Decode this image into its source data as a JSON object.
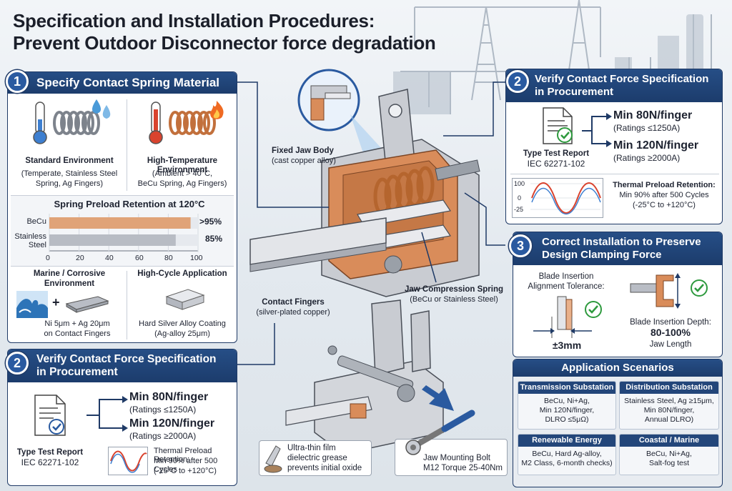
{
  "title": {
    "line1": "Specification and Installation Procedures:",
    "line2": "Prevent Outdoor Disconnector force degradation"
  },
  "panel1": {
    "number": "1",
    "heading": "Specify Contact Spring Material",
    "standard_env": {
      "title": "Standard Environment",
      "desc1": "(Temperate, Stainless Steel",
      "desc2": "Spring, Ag Fingers)"
    },
    "high_temp_env": {
      "title": "High-Temperature Environment",
      "desc1": "(Ambient > 40°C,",
      "desc2": "BeCu Spring, Ag Fingers)"
    },
    "marine": {
      "title1": "Marine / Corrosive",
      "title2": "Environment",
      "desc1": "Ni 5μm + Ag 20μm",
      "desc2": "on Contact Fingers"
    },
    "high_cycle": {
      "title": "High-Cycle Application",
      "desc1": "Hard Silver Alloy Coating",
      "desc2": "(Ag-alloy 25μm)"
    },
    "plus": "+"
  },
  "chart_data": {
    "type": "bar",
    "orientation": "horizontal",
    "title": "Spring Preload Retention at 120°C",
    "categories": [
      "BeCu",
      "Stainless Steel"
    ],
    "category_lines": [
      [
        "BeCu"
      ],
      [
        "Stainless",
        "Steel"
      ]
    ],
    "values": [
      95,
      85
    ],
    "value_labels": [
      ">95%",
      "85%"
    ],
    "xlim": [
      0,
      100
    ],
    "xticks": [
      "0",
      "20",
      "40",
      "60",
      "80",
      "100"
    ],
    "colors": [
      "#e0a378",
      "#b8bcc4"
    ]
  },
  "panel2_top": {
    "number": "2",
    "heading1": "Verify Contact Force Specification",
    "heading2": "in Procurement",
    "report_title": "Type Test Report",
    "report_std": "IEC 62271-102",
    "spec1": "Min 80N/finger",
    "spec1_note": "(Ratings ≤1250A)",
    "spec2": "Min 120N/finger",
    "spec2_note": "(Ratings ≥2000A)",
    "thermal_title": "Thermal Preload Retention:",
    "thermal_desc1": "Min 90% after 500 Cycles",
    "thermal_desc2": "(-25°C to +120°C)",
    "wave_ticks": [
      "100",
      "0",
      "-25"
    ]
  },
  "panel2_bottom": {
    "number": "2",
    "heading1": "Verify Contact Force Specification",
    "heading2": "in Procurement",
    "report_title": "Type Test Report",
    "report_std": "IEC 62271-102",
    "spec1": "Min 80N/finger",
    "spec1_note": "(Ratings ≤1250A)",
    "spec2": "Min 120N/finger",
    "spec2_note": "(Ratings ≥2000A)",
    "thermal_title": "Thermal Preload Retention:",
    "thermal_desc1": "Min 90% after 500 Cycles",
    "thermal_desc2": "(-25°C to +120°C)"
  },
  "panel3": {
    "number": "3",
    "heading1": "Correct Installation to Preserve",
    "heading2": "Design Clamping Force",
    "align_title1": "Blade Insertion",
    "align_title2": "Alignment Tolerance:",
    "align_value": "±3mm",
    "depth_title": "Blade Insertion Depth:",
    "depth_value": "80-100%",
    "depth_note": "Jaw Length"
  },
  "scenarios": {
    "heading": "Application Scenarios",
    "items": [
      {
        "title": "Transmission Substation",
        "lines": [
          "BeCu, Ni+Ag,",
          "Min 120N/finger,",
          "DLRO ≤5μΩ)"
        ]
      },
      {
        "title": "Distribution Substation",
        "lines": [
          "Stainless Steel, Ag ≥15μm,",
          "Min 80N/finger,",
          "Annual DLRO)"
        ]
      },
      {
        "title": "Renewable Energy",
        "lines": [
          "BeCu, Hard Ag-alloy,",
          "M2 Class, 6-month checks)"
        ]
      },
      {
        "title": "Coastal / Marine",
        "lines": [
          "BeCu, Ni+Ag,",
          "Salt-fog test"
        ]
      }
    ]
  },
  "callouts": {
    "fixed_jaw_title": "Fixed Jaw Body",
    "fixed_jaw_desc": "(cast copper alloy)",
    "fingers_title": "Contact Fingers",
    "fingers_desc": "(silver-plated copper)",
    "spring_title": "Jaw Compression Spring",
    "spring_desc": "(BeCu or Stainless Steel)",
    "grease_line1": "Ultra-thin film",
    "grease_line2": "dielectric grease",
    "grease_line3": "prevents initial oxide",
    "bolt_line1": "Jaw Mounting Bolt",
    "bolt_line2": "M12 Torque 25-40Nm"
  },
  "colors": {
    "navy": "#1f3a66",
    "copper": "#d98c5a",
    "steel": "#b8bcc4",
    "green": "#2e9a3e"
  }
}
